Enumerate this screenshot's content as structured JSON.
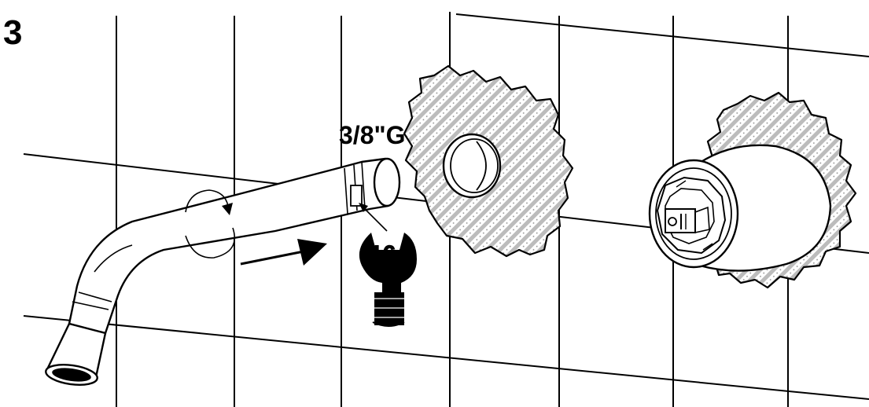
{
  "figure": {
    "step_number": "3",
    "thread_label": "3/8\"G",
    "wrench_size": "16"
  },
  "colors": {
    "ink": "#000000",
    "background": "#ffffff",
    "hatch_fill": "#bcbcbc"
  },
  "icons": [
    "wrench-icon",
    "rotation-arrow-icon",
    "direction-arrow-icon"
  ]
}
